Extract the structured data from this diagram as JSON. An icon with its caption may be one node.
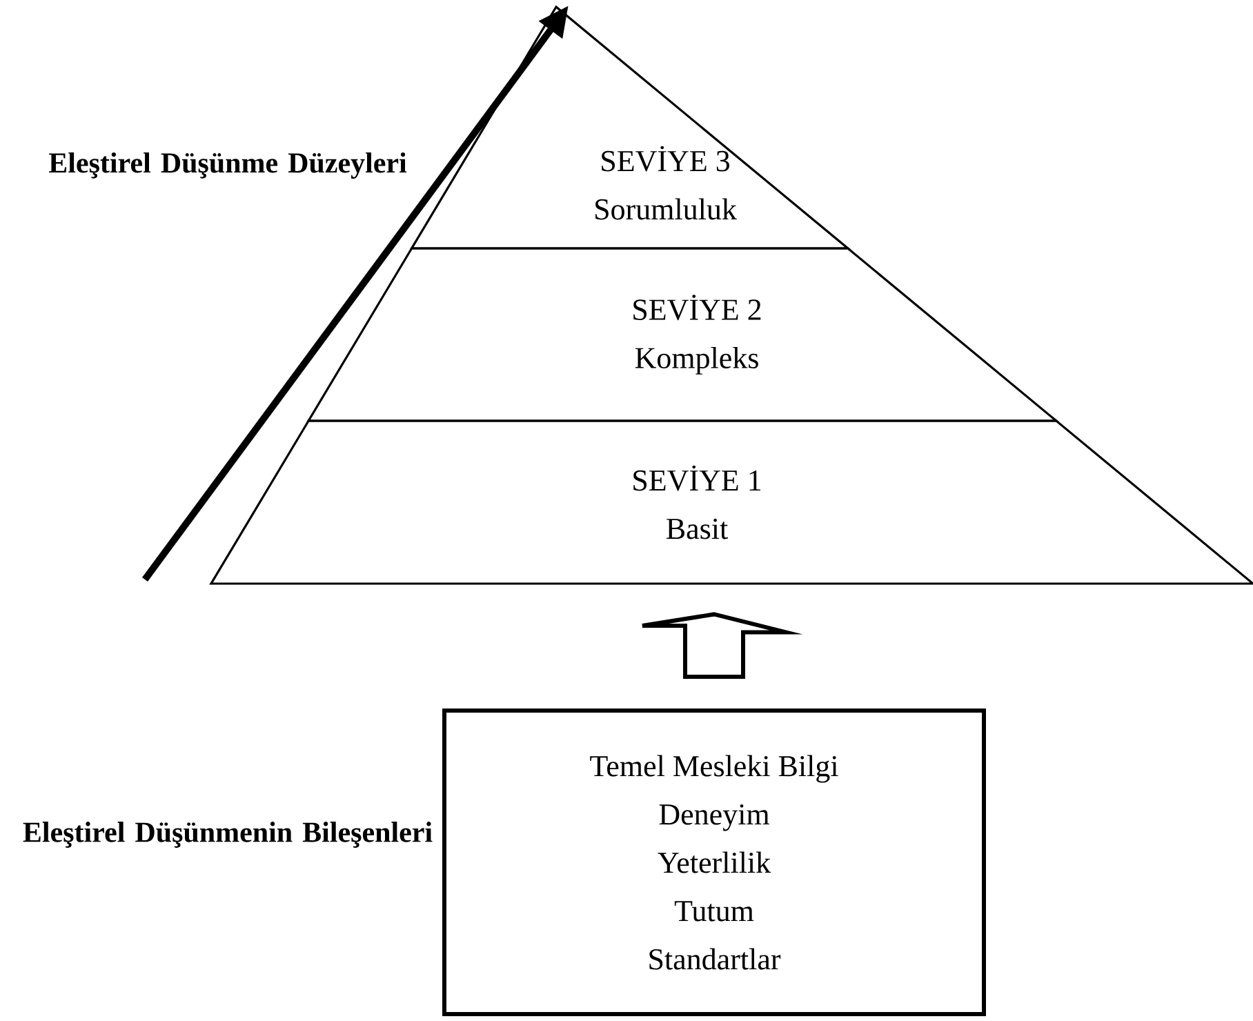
{
  "diagram": {
    "nodes": [
      {
        "text": [
          "SEVİYE 3",
          "Sorumluluk"
        ]
      },
      {
        "text": [
          "SEVİYE 2",
          "Kompleks"
        ]
      },
      {
        "text": [
          "SEVİYE 1",
          "Basit"
        ]
      },
      {
        "text": [
          "Temel Mesleki Bilgi",
          "Deneyim",
          "Yeterlilik",
          "Tutum",
          "Standartlar"
        ]
      }
    ],
    "edges": [
      {
        "from": 3,
        "to": 2,
        "arrow": "to"
      }
    ],
    "labels": [
      "Eleştirel Düşünme Düzeyleri",
      "Eleştirel Düşünmenin Bileşenleri"
    ]
  }
}
